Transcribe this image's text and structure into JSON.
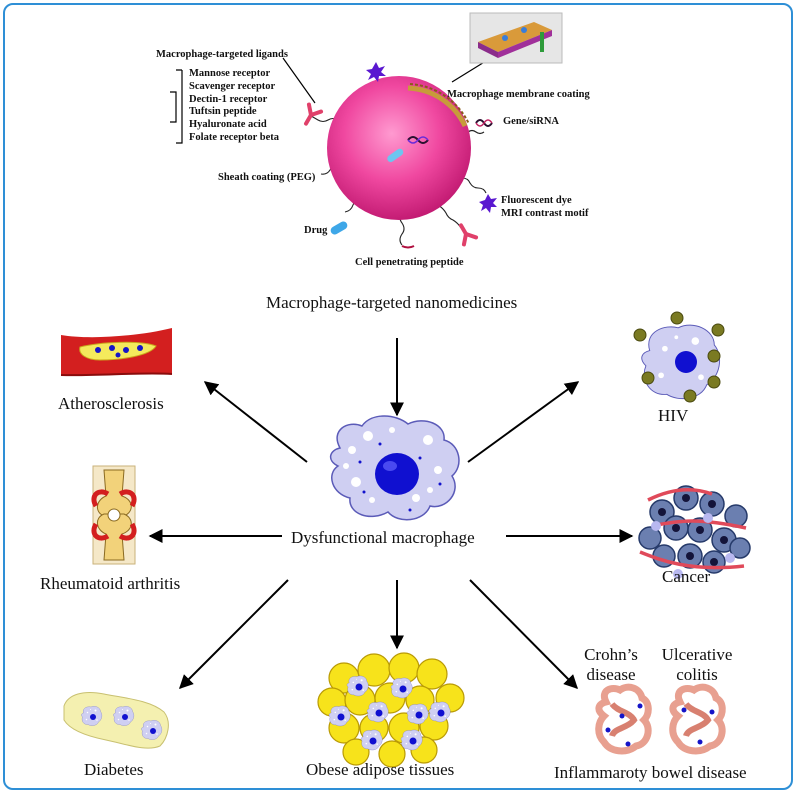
{
  "nanoparticle": {
    "ligands_title": "Macrophage-targeted ligands",
    "ligands": [
      "Mannose receptor",
      "Scavenger receptor",
      "Dectin-1 receptor",
      "Tuftsin peptide",
      "Hyaluronate acid",
      "Folate receptor beta"
    ],
    "membrane_label": "Macrophage membrane coating",
    "gene_label": "Gene/siRNA",
    "sheath_label": "Sheath coating (PEG)",
    "dye_label": "Fluorescent dye",
    "mri_label": "MRI contrast motif",
    "drug_label": "Drug",
    "peptide_label": "Cell penetrating peptide"
  },
  "nanomedicine_title": "Macrophage-targeted nanomedicines",
  "center_label": "Dysfunctional macrophage",
  "diseases": {
    "atherosclerosis": "Atherosclerosis",
    "hiv": "HIV",
    "rheumatoid": "Rheumatoid arthritis",
    "cancer": "Cancer",
    "diabetes": "Diabetes",
    "obese": "Obese adipose tissues",
    "crohns_line1": "Crohn’s",
    "crohns_line2": "disease",
    "uc_line1": "Ulcerative",
    "uc_line2": "colitis",
    "ibd": "Inflammaroty bowel disease"
  },
  "colors": {
    "frame": "#2e8fd6",
    "nanoparticle": "#e8308a",
    "macrophage": "#c9c9ef",
    "nucleus": "#1212cc",
    "adipocyte": "#f7e31b",
    "vessel": "#d81e1e"
  }
}
